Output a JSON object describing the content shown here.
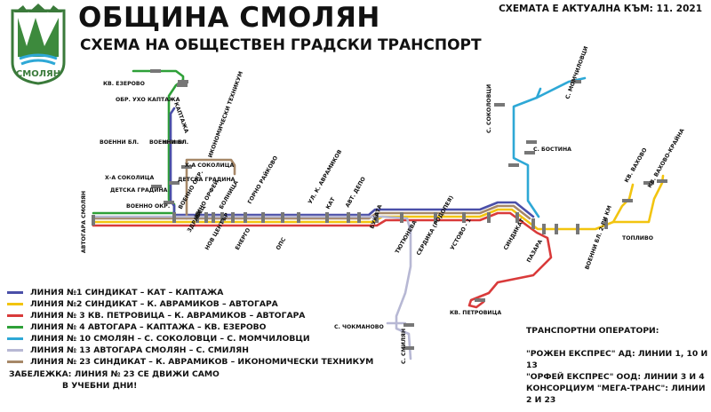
{
  "header": {
    "title": "ОБЩИНА СМОЛЯН",
    "subtitle": "СХЕМА НА ОБЩЕСТВЕН ГРАДСКИ ТРАНСПОРТ",
    "date_note": "СХЕМАТА Е АКТУАЛНА КЪМ: 11. 2021"
  },
  "logo": {
    "text": "СМОЛЯН"
  },
  "colors": {
    "line1": "#4a4fa8",
    "line2": "#f2c40f",
    "line3": "#d93a3a",
    "line4": "#2ea038",
    "line10": "#2ea8d6",
    "line13": "#b7b8d4",
    "line23": "#a68868",
    "stop": "#777777"
  },
  "legend": [
    {
      "color_key": "line1",
      "label": "ЛИНИЯ №1 СИНДИКАТ – КАТ – КАПТАЖА"
    },
    {
      "color_key": "line2",
      "label": "ЛИНИЯ №2 СИНДИКАТ – К. АВРАМИКОВ – АВТОГАРА"
    },
    {
      "color_key": "line3",
      "label": "ЛИНИЯ № 3 КВ. ПЕТРОВИЦА – К. АВРАМИКОВ – АВТОГАРА"
    },
    {
      "color_key": "line4",
      "label": "ЛИНИЯ № 4 АВТОГАРА – КАПТАЖА – КВ. ЕЗЕРОВО"
    },
    {
      "color_key": "line10",
      "label": "ЛИНИЯ № 10 СМОЛЯН – С. СОКОЛОВЦИ – С. МОМЧИЛОВЦИ"
    },
    {
      "color_key": "line13",
      "label": "ЛИНИЯ № 13 АВТОГАРА СМОЛЯН – С. СМИЛЯН"
    },
    {
      "color_key": "line23",
      "label": "ЛИНИЯ № 23 СИНДИКАТ – К. АВРАМИКОВ – ИКОНОМИЧЕСКИ ТЕХНИКУМ"
    }
  ],
  "note": {
    "line1": "ЗАБЕЛЕЖКА: ЛИНИЯ № 23 СЕ ДВИЖИ САМО",
    "line2": "В УЧЕБНИ ДНИ!"
  },
  "operators": {
    "title": "ТРАНСПОРТНИ ОПЕРАТОРИ:",
    "items": [
      "\"РОЖЕН ЕКСПРЕС\" АД: ЛИНИИ 1, 10 И 13",
      "\"ОРФЕЙ ЕКСПРЕС\" ООД: ЛИНИИ 3 И 4",
      "КОНСОРЦИУМ \"МЕГА-ТРАНС\": ЛИНИИ 2 И 23"
    ]
  },
  "stations": {
    "ezerovo": "КВ. ЕЗЕРОВО",
    "uho_kaptazha": "ОБР. УХО КАПТАЖА",
    "kaptazha": "КАПТАЖА",
    "voenno_ba_left": "ВОЕННИ БЛ.",
    "voenno_ba_right": "ВОЕННИ БЛ.",
    "ikonomicheski": "ИКОНОМИЧЕСКИ ТЕХНИКУМ",
    "h_sokolica_right": "Х-А СОКОЛИЦА",
    "h_sokolica_left": "Х-А СОКОЛИЦА",
    "detska_left": "ДЕТСКА ГРАДИНА",
    "detska_right": "ДЕТСКА ГРАДИНА",
    "voenno_okr_left": "ВОЕННО ОКР.",
    "avtogara": "АВТОГАРА СМОЛЯН",
    "voenno_okr": "ВОЕННО ОКР.",
    "zdravec": "ЗДРАВЕЦ",
    "kino_orfei": "КИНО ОРФЕЙ",
    "nov_center": "НОВ ЦЕНТЪР",
    "bolnica": "БОЛНИЦА",
    "energo": "ЕНЕРГО",
    "gorno_raikovo": "ГОРНО РАЙКОВО",
    "ops": "ОПС",
    "kat": "КАТ",
    "k_avramikov_top": "УЛ. К. АВРАМИКОВ",
    "avt_depo": "АВТ. ДЕПО",
    "bukata": "БУКАТА",
    "tyutyuneva": "ТЮТЮНЕВА",
    "serdika": "СЕРДИКА (РОДОПЕЯ)",
    "ustovo": "УСТОВО - 1",
    "sindikat": "СИНДИКАТ",
    "pazara": "ПАЗАРА",
    "voenno_ba_2ri": "ВОЕННИ БЛ. 2-РИ КМ",
    "topivo": "ТОПЛИВО",
    "vahovo": "КВ. ВАХОВО",
    "vahovo_krayna": "КВ. ВАХОВО-КРАЙНА",
    "sokolovci": "С. СОКОЛОВЦИ",
    "momchilovci": "С. МОМЧИЛОВЦИ",
    "bostina": "С. БОСТИНА",
    "petrovica": "КВ. ПЕТРОВИЦА",
    "chokmanovo": "С. ЧОКМАНОВО",
    "smilyan": "С. СМИЛЯН"
  }
}
